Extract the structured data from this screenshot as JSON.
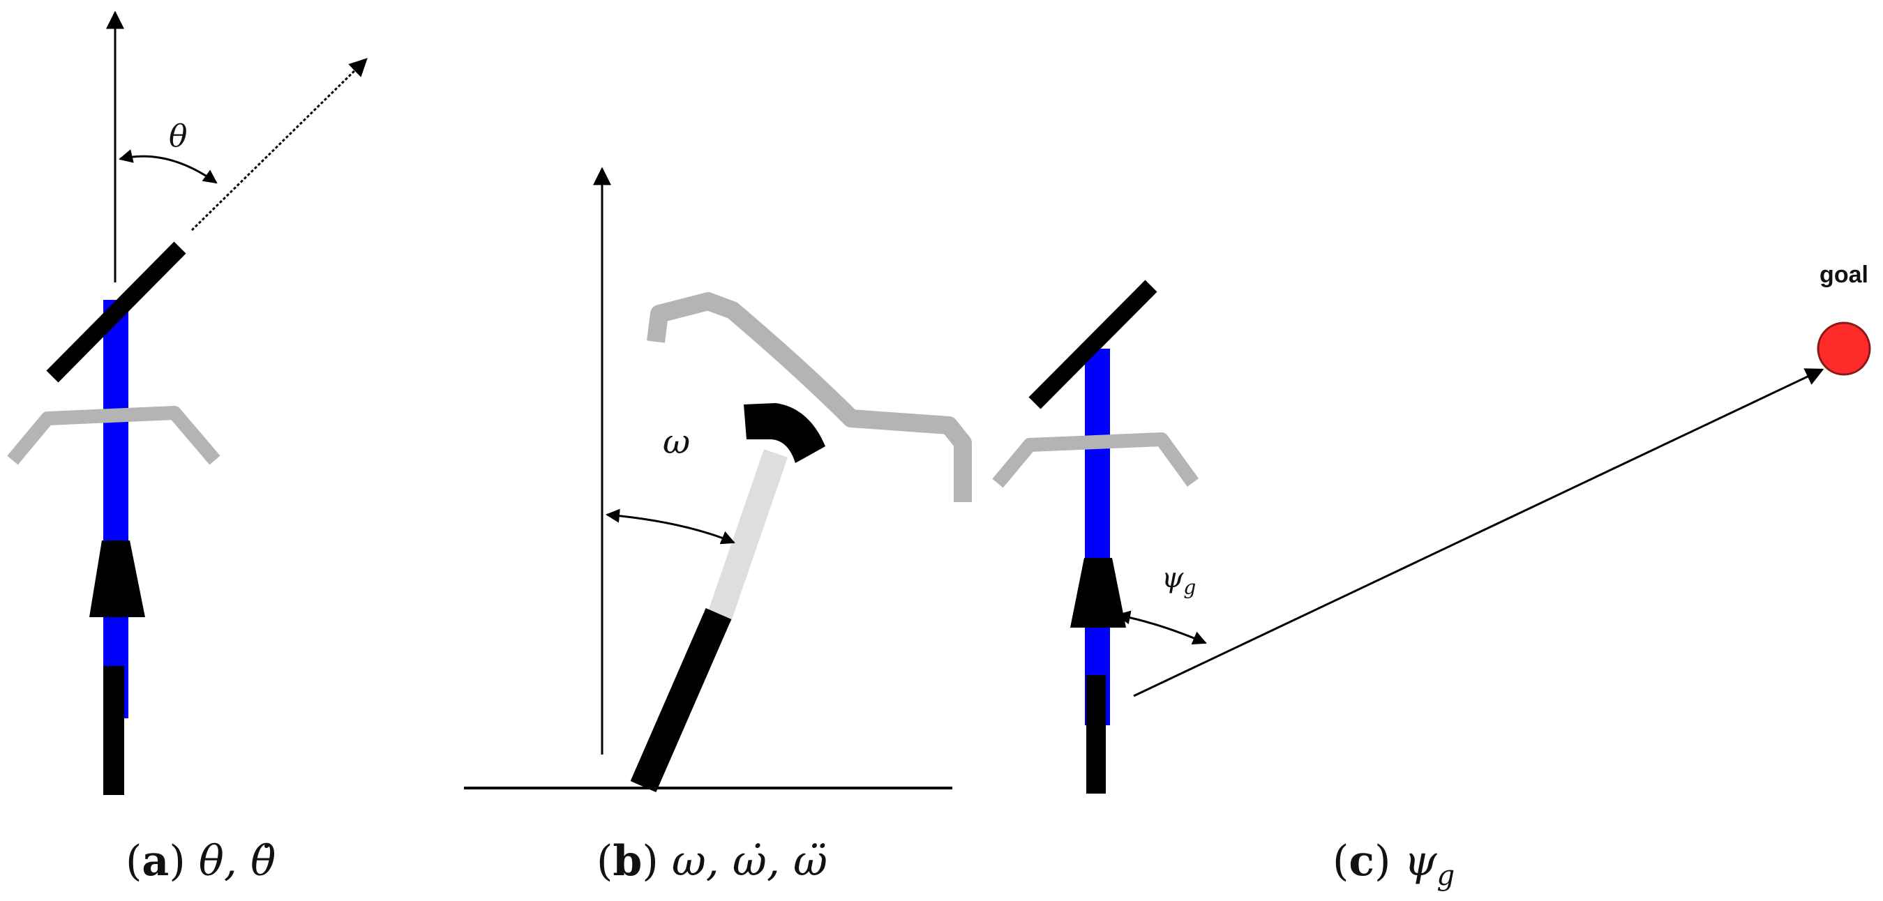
{
  "panels": [
    {
      "id": "a",
      "angle_label": "θ",
      "caption_letter": "a",
      "caption_math": "θ, θ̇"
    },
    {
      "id": "b",
      "angle_label": "ω",
      "caption_letter": "b",
      "caption_math": "ω, ω̇, ω̈"
    },
    {
      "id": "c",
      "angle_label": "ψ",
      "angle_subscript": "g",
      "goal_label": "goal",
      "caption_letter": "c",
      "caption_math": "ψ"
    }
  ],
  "caption_subscript_c": "g",
  "colors": {
    "frame": "#0000ff",
    "handlebar": "#b4b4b4",
    "seatpost": "#dedede",
    "black": "#000000",
    "goal": "#ff2a2a"
  }
}
